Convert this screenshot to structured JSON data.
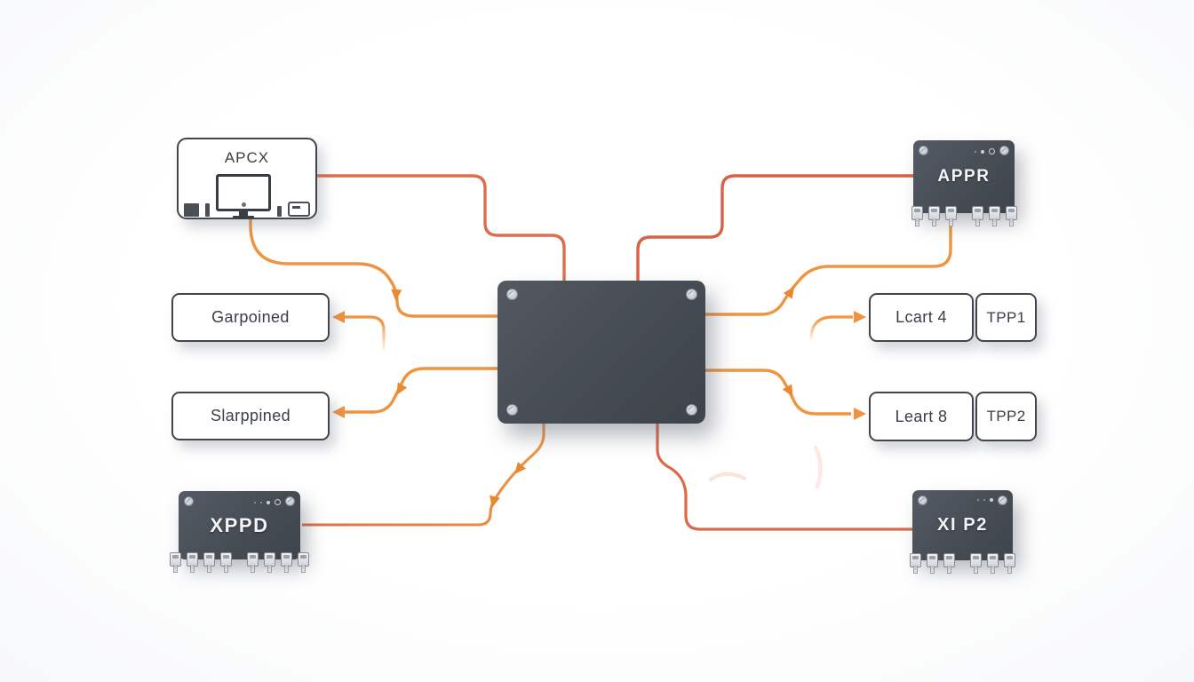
{
  "diagram": {
    "type": "wiring-block-diagram",
    "colors": {
      "connector_orange": "#ef9340",
      "connector_red": "#dc6747",
      "module_dark": "#474d55",
      "box_border": "#41464d"
    },
    "nodes": {
      "apcx": {
        "label": "APCX"
      },
      "appr": {
        "label": "APPR",
        "pins": [
          3,
          3
        ]
      },
      "garpoined": {
        "label": "Garpoined"
      },
      "slarppined": {
        "label": "Slarppined"
      },
      "lcart4": {
        "label": "Lcart 4"
      },
      "tpp1": {
        "label": "TPP1"
      },
      "leart8": {
        "label": "Leart 8"
      },
      "tpp2": {
        "label": "TPP2"
      },
      "xppd": {
        "label": "XPPD",
        "pins": [
          4,
          4
        ]
      },
      "xip2": {
        "label": "XI P2",
        "pins": [
          3,
          3
        ]
      },
      "central": {
        "label": ""
      }
    }
  }
}
